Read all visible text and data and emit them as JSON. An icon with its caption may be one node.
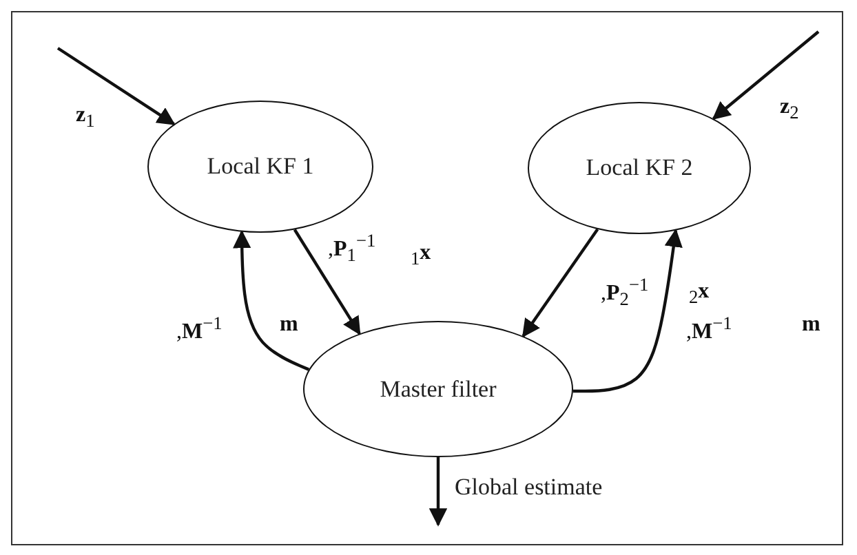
{
  "diagram": {
    "nodes": [
      {
        "text": [
          "Local KF 1"
        ]
      },
      {
        "text": [
          "Local KF 2"
        ]
      },
      {
        "text": [
          "Master filter"
        ]
      }
    ],
    "edges": [
      {
        "from": null,
        "to": 0,
        "arrow": "to"
      },
      {
        "from": null,
        "to": 1,
        "arrow": "to"
      },
      {
        "from": 0,
        "to": 2,
        "arrow": "to"
      },
      {
        "from": 1,
        "to": 2,
        "arrow": "to"
      },
      {
        "from": 2,
        "to": 0,
        "arrow": "to"
      },
      {
        "from": 2,
        "to": 1,
        "arrow": "to"
      },
      {
        "from": 2,
        "to": null,
        "arrow": "to",
        "label": "Global estimate"
      }
    ],
    "labels": [
      "**z**$_{1}$",
      "**z**$_{2}$",
      ",**P**$_{1}$$^{−1}$",
      "$_{1}$**x**",
      ",**P**$_{2}$$^{−1}$",
      "$_{2}$**x**",
      ",**M**$^{−1}$",
      "**m**",
      ",**M**$^{−1}$",
      "**m**"
    ]
  }
}
